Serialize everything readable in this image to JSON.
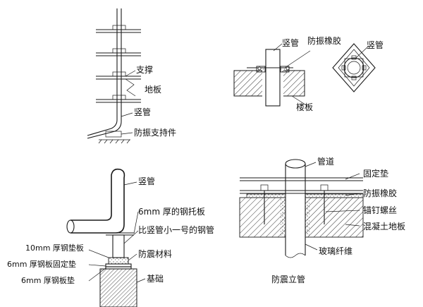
{
  "diagram_1": {
    "support": "支撑",
    "floor_slab": "地板",
    "riser": "竖管",
    "anti_vibration_bracket": "防振支持件"
  },
  "diagram_2": {
    "riser_left": "竖管",
    "anti_vibration_rubber": "防振橡胶",
    "riser_right": "竖管",
    "floor": "楼板"
  },
  "diagram_3": {
    "riser": "竖管",
    "steel_support_plate": "6mm 厚的钢托板",
    "smaller_steel_pipe": "比竖管小一号的钢管",
    "anti_vibration_material": "防震材料",
    "pad_10mm": "10mm 厚钢垫板",
    "fixing_pad_6mm": "6mm 厚钢板固定垫",
    "pad_6mm": "6mm 厚钢板垫",
    "foundation": "基础"
  },
  "diagram_4": {
    "pipe": "管道",
    "fixed_pad": "固定垫",
    "anti_vibration_rubber": "防振橡胶",
    "anchor_bolt": "锚钉螺丝",
    "concrete_floor": "混凝土地板",
    "glass_fiber": "玻璃纤维",
    "caption": "防震立管"
  }
}
